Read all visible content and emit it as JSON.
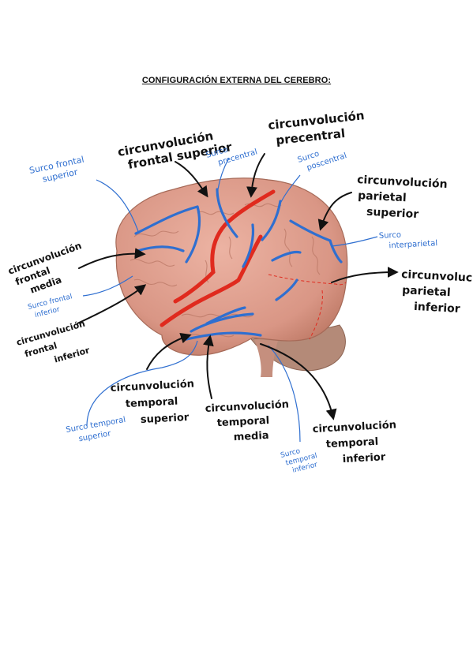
{
  "title": "CONFIGURACIÓN EXTERNA DEL CEREBRO:",
  "colors": {
    "brain_fill": "#dfa090",
    "brain_shadow": "#b97565",
    "sulcus_blue": "#2f6fd0",
    "central_red": "#e02a1e",
    "label_black": "#111111",
    "label_blue": "#2f6fd0"
  },
  "labels": {
    "frontal_superior": [
      "circunvolución",
      "frontal superior"
    ],
    "precentral": [
      "circunvolución",
      "precentral"
    ],
    "parietal_superior": [
      "circunvolución",
      "parietal",
      "superior"
    ],
    "parietal_inferior": [
      "circunvoluc",
      "parietal",
      "inferior"
    ],
    "frontal_media": [
      "circunvolución",
      "frontal",
      "media"
    ],
    "frontal_inferior": [
      "circunvolución",
      "frontal",
      "inferior"
    ],
    "temporal_superior": [
      "circunvolución",
      "temporal",
      "superior"
    ],
    "temporal_media": [
      "circunvolución",
      "temporal",
      "media"
    ],
    "temporal_inferior": [
      "circunvolución",
      "temporal",
      "inferior"
    ]
  },
  "sulci": {
    "frontal_superior": [
      "Surco frontal",
      "superior"
    ],
    "precentral": [
      "Surco",
      "precentral"
    ],
    "poscentral": [
      "Surco",
      "poscentral"
    ],
    "interparietal": [
      "Surco",
      "interparietal"
    ],
    "frontal_inferior": [
      "Surco frontal",
      "inferior"
    ],
    "temporal_superior": [
      "Surco temporal",
      "superior"
    ],
    "temporal_inferior": [
      "Surco",
      "temporal",
      "inferior"
    ]
  }
}
